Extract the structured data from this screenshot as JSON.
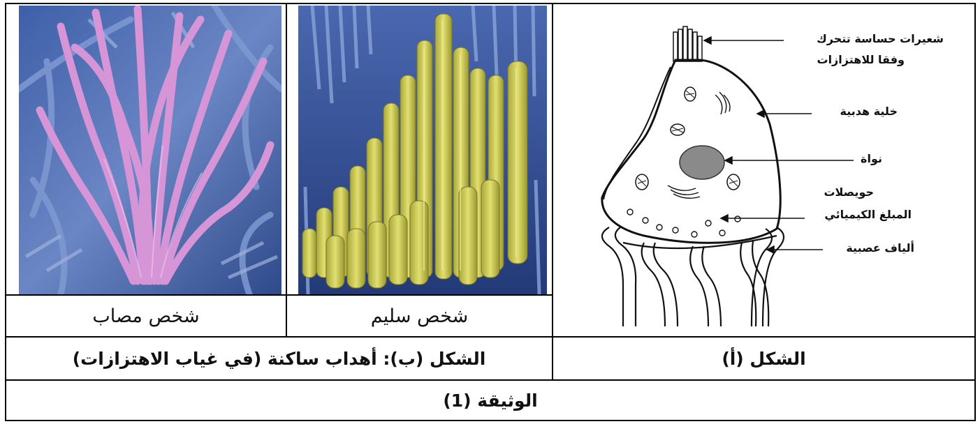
{
  "figure_a": {
    "caption": "الشكل (أ)",
    "labels": {
      "hairs_line1": "شعيرات حساسة تتحرك",
      "hairs_line2": "وفقا للاهتزازات",
      "cell": "خلية هدبية",
      "nucleus": "نواة",
      "vesicles_line1": "حويصلات",
      "vesicles_line2": "المبلغ الكيميائي",
      "fibers": "ألياف عصبية"
    }
  },
  "figure_b": {
    "caption": "الشكل (ب): أهداب ساكنة (في غياب الاهتزازات)",
    "healthy_caption": "شخص سليم",
    "affected_caption": "شخص مصاب"
  },
  "document_title": "الوثيقة (1)",
  "colors": {
    "healthy_hairs": "#c9c84a",
    "affected_hairs": "#d79ad8",
    "background_tissue": "#4d6fb5"
  }
}
